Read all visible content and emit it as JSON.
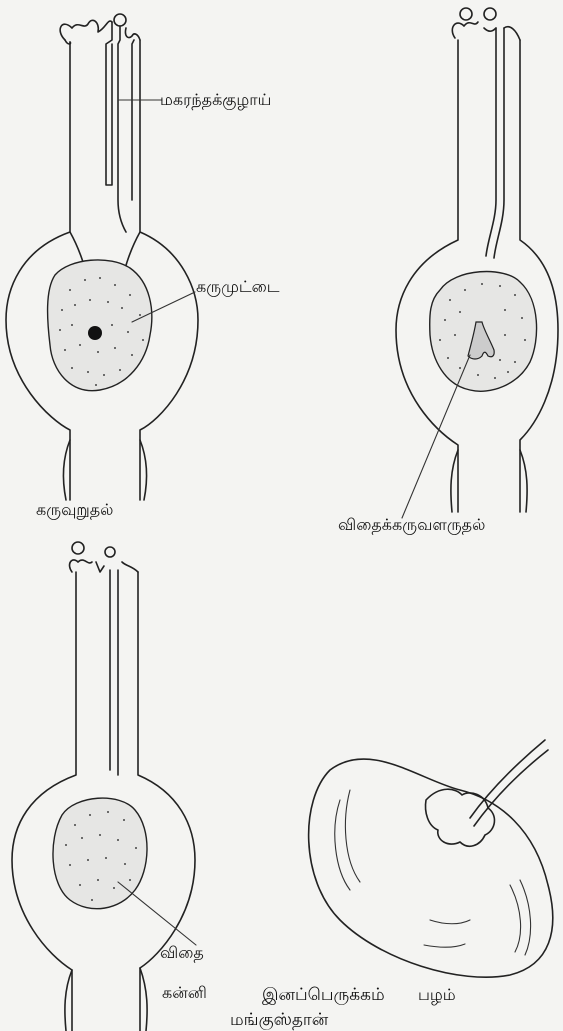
{
  "labels": {
    "pollen_tube": "மகரந்தக்குழாய்",
    "egg_cell": "கருமுட்டை",
    "fertilisation": "கருவுறுதல்",
    "embryo_growth": "விதைக்கருவளருதல்",
    "seed": "விதை",
    "fruit": "பழம்",
    "ovary": "கன்னி",
    "reproduction": "இனப்பெருக்கம்",
    "mangosteen": "மங்குஸ்தான்"
  }
}
